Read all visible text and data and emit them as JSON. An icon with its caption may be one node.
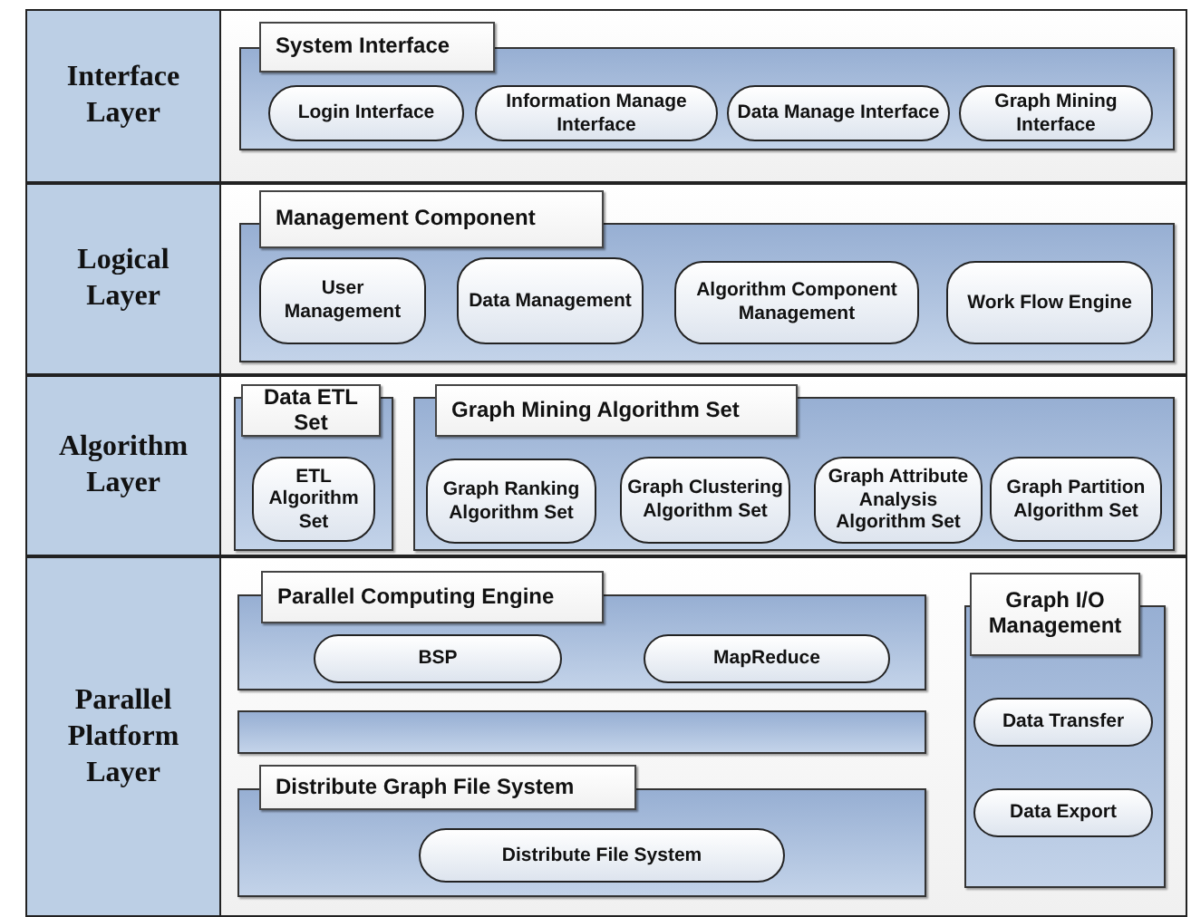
{
  "diagram": {
    "nodes": [
      {
        "text": [
          "Interface Layer"
        ]
      },
      {
        "text": [
          "System Interface"
        ]
      },
      {
        "text": [
          "Login Interface"
        ],
        "in": 1
      },
      {
        "text": [
          "Information Manage Interface"
        ],
        "in": 1
      },
      {
        "text": [
          "Data Manage Interface"
        ],
        "in": 1
      },
      {
        "text": [
          "Graph Mining Interface"
        ],
        "in": 1
      },
      {
        "text": [
          "Logical Layer"
        ]
      },
      {
        "text": [
          "Management Component"
        ]
      },
      {
        "text": [
          "User Management"
        ],
        "in": 7
      },
      {
        "text": [
          "Data Management"
        ],
        "in": 7
      },
      {
        "text": [
          "Algorithm Component Management"
        ],
        "in": 7
      },
      {
        "text": [
          "Work Flow Engine"
        ],
        "in": 7
      },
      {
        "text": [
          "Algorithm Layer"
        ]
      },
      {
        "text": [
          "Data ETL Set"
        ]
      },
      {
        "text": [
          "ETL Algorithm Set"
        ],
        "in": 13
      },
      {
        "text": [
          "Graph Mining Algorithm Set"
        ]
      },
      {
        "text": [
          "Graph Ranking Algorithm Set"
        ],
        "in": 15
      },
      {
        "text": [
          "Graph Clustering Algorithm Set"
        ],
        "in": 15
      },
      {
        "text": [
          "Graph Attribute Analysis Algorithm Set"
        ],
        "in": 15
      },
      {
        "text": [
          "Graph Partition Algorithm Set"
        ],
        "in": 15
      },
      {
        "text": [
          "Parallel Platform Layer"
        ]
      },
      {
        "text": [
          "Parallel Computing Engine"
        ]
      },
      {
        "text": [
          "BSP"
        ],
        "in": 21
      },
      {
        "text": [
          "MapReduce"
        ],
        "in": 21
      },
      {
        "text": [],
        "shape": "bar"
      },
      {
        "text": [
          "Distribute Graph File System"
        ]
      },
      {
        "text": [
          "Distribute File System"
        ],
        "in": 25
      },
      {
        "text": [
          "Graph I/O Management"
        ]
      },
      {
        "text": [
          "Data Transfer"
        ],
        "in": 27
      },
      {
        "text": [
          "Data Export"
        ],
        "in": 27
      }
    ]
  }
}
